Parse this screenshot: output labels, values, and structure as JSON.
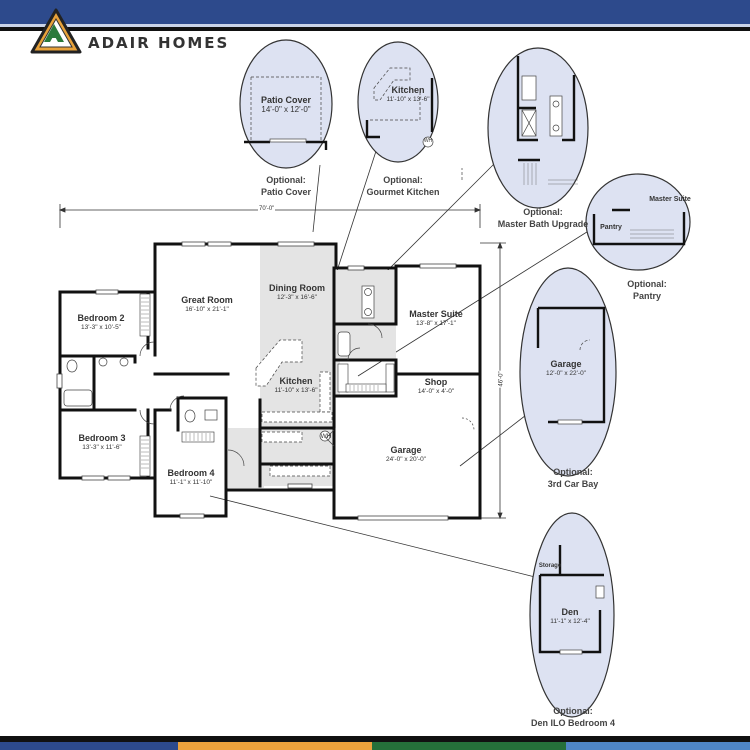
{
  "header": {
    "brand": "ADAIR HOMES",
    "colors": {
      "band": "#2d4a8c",
      "logo_green": "#2a7a3a",
      "logo_orange": "#e8a23a"
    }
  },
  "plan": {
    "overall_width": "70'-0\"",
    "overall_depth": "46'-0\"",
    "rooms": [
      {
        "name": "Great Room",
        "dims": "16'-10\" x 21'-1\""
      },
      {
        "name": "Dining Room",
        "dims": "12'-3\" x 16'-6\""
      },
      {
        "name": "Kitchen",
        "dims": "11'-10\" x 13'-6\""
      },
      {
        "name": "Bedroom 2",
        "dims": "13'-3\" x 10'-5\""
      },
      {
        "name": "Bedroom 3",
        "dims": "13'-3\" x 11'-6\""
      },
      {
        "name": "Bedroom 4",
        "dims": "11'-1\" x 11'-10\""
      },
      {
        "name": "Master Suite",
        "dims": "13'-8\" x 17'-1\""
      },
      {
        "name": "Shop",
        "dims": "14'-0\" x 4'-0\""
      },
      {
        "name": "Garage",
        "dims": "24'-0\" x 20'-0\""
      }
    ],
    "water_heater_label": "WH"
  },
  "options": [
    {
      "caption_1": "Optional:",
      "caption_2": "Patio Cover",
      "inset_title": "Patio Cover",
      "inset_dims": "14'-0\" x 12'-0\""
    },
    {
      "caption_1": "Optional:",
      "caption_2": "Gourmet Kitchen",
      "inset_title": "Kitchen",
      "inset_dims": "11'-10\" x 13'-6\"",
      "inset_extra": "WH"
    },
    {
      "caption_1": "Optional:",
      "caption_2": "Master Bath Upgrade"
    },
    {
      "caption_1": "Optional:",
      "caption_2": "Pantry",
      "inset_title": "Master Suite",
      "inset_extra": "Pantry"
    },
    {
      "caption_1": "Optional:",
      "caption_2": "3rd Car Bay",
      "inset_title": "Garage",
      "inset_dims": "12'-0\" x 22'-0\""
    },
    {
      "caption_1": "Optional:",
      "caption_2": "Den ILO Bedroom 4",
      "inset_title": "Den",
      "inset_dims": "11'-1\" x 12'-4\"",
      "inset_extra": "Storage"
    }
  ],
  "footer": {
    "colors": [
      "#2d4a8c",
      "#eda23c",
      "#25703a",
      "#4f86c6"
    ]
  }
}
